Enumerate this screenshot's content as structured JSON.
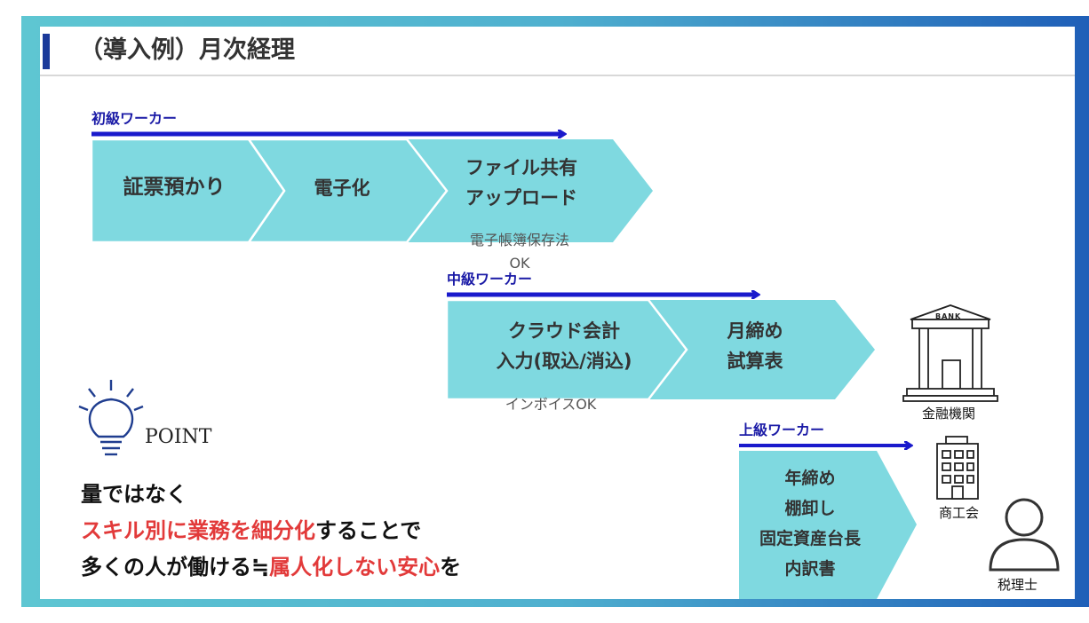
{
  "title": "（導入例）月次経理",
  "colors": {
    "arrow": "#1a1acc",
    "stage_fill": "#7fd9e0",
    "accent_red": "#e23a3a",
    "title_accent": "#1b3a9a"
  },
  "beginner": {
    "label": "初級ワーカー",
    "stages": [
      {
        "text": "証票預かり"
      },
      {
        "text": "電子化"
      },
      {
        "line1": "ファイル共有",
        "line2": "アップロード"
      }
    ],
    "note_line1": "電子帳簿保存法",
    "note_line2": "OK"
  },
  "intermediate": {
    "label": "中級ワーカー",
    "stages": [
      {
        "line1": "クラウド会計",
        "line2": "入力(取込/消込)"
      },
      {
        "line1": "月締め",
        "line2": "試算表"
      }
    ],
    "note": "インボイスOK"
  },
  "advanced": {
    "label": "上級ワーカー",
    "lines": [
      "年締め",
      "棚卸し",
      "固定資産台長",
      "内訳書"
    ]
  },
  "icons": {
    "bank": {
      "name": "bank-icon",
      "sign": "BANK",
      "caption": "金融機関"
    },
    "building": {
      "name": "office-building-icon",
      "caption": "商工会"
    },
    "person": {
      "name": "person-icon",
      "caption": "税理士"
    },
    "bulb": {
      "name": "lightbulb-icon"
    }
  },
  "point": {
    "label": "POINT",
    "line1": "量ではなく",
    "line2_red": "スキル別に業務を細分化",
    "line2_rest": "することで",
    "line3_pre": "多くの人が働ける≒",
    "line3_red": "属人化しない安心",
    "line3_post": "を"
  }
}
